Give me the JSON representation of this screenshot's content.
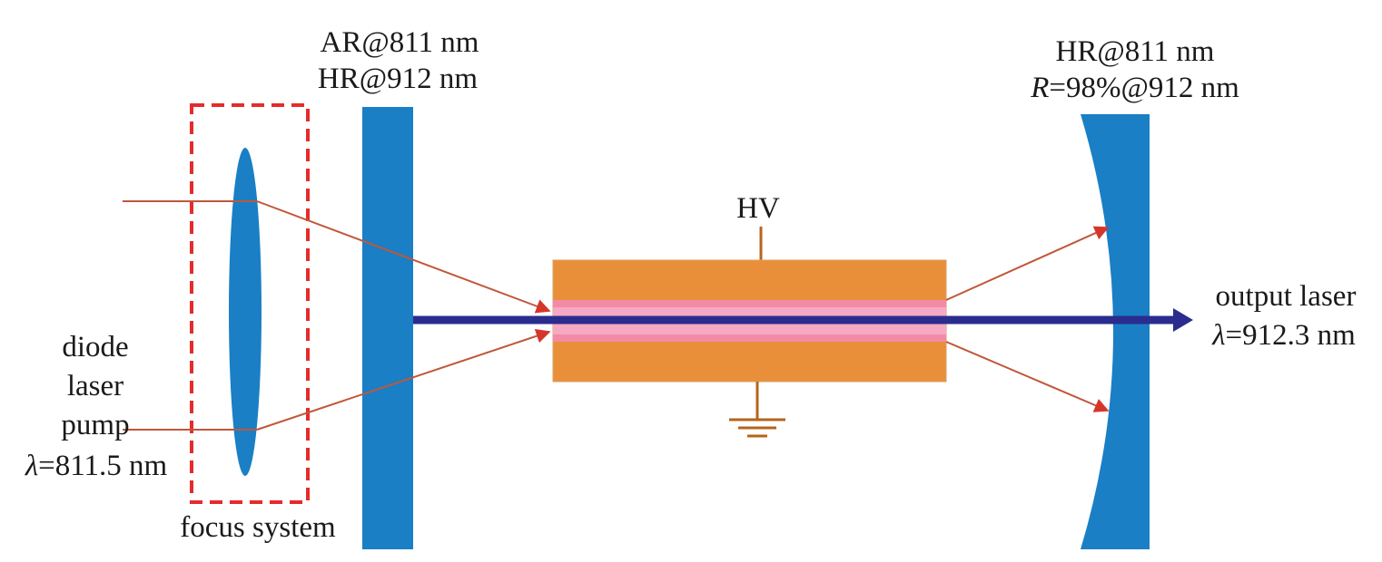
{
  "labels": {
    "input_mirror_line1": "AR@811 nm",
    "input_mirror_line2": "HR@912 nm",
    "output_mirror_line1": "HR@811 nm",
    "output_mirror_line2_symbol": "R",
    "output_mirror_line2_rest": "=98%@912 nm",
    "hv": "HV",
    "output_line1": "output laser",
    "output_symbol": "λ",
    "output_value": "=912.3 nm",
    "pump_line1": "diode",
    "pump_line2": "laser",
    "pump_line3": "pump",
    "pump_symbol": "λ",
    "pump_value": "=811.5 nm",
    "focus": "focus system"
  },
  "colors": {
    "mirror": "#1a7fc4",
    "lens": "#1a7fc4",
    "crystal": "#e98f3a",
    "gain_channel": "#f28aa8",
    "output_beam": "#2a2c8e",
    "pump_beam": "#c0573a",
    "focus_box": "#e52b2b",
    "electrical": "#b5651d"
  }
}
